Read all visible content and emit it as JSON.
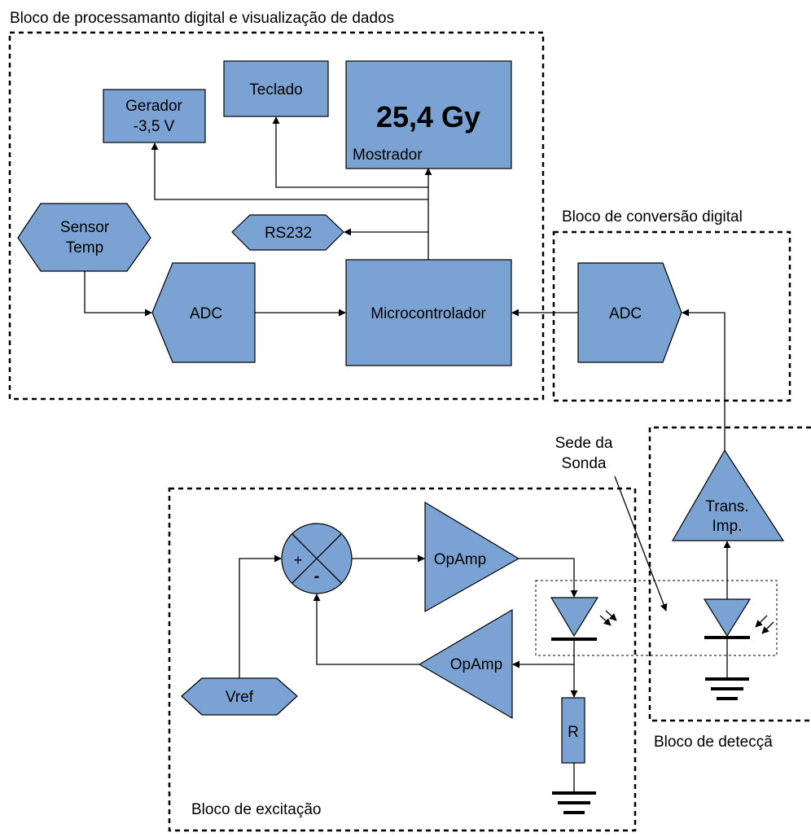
{
  "groups": {
    "digital": "Bloco de processamanto digital e visualização de dados",
    "conversion": "Bloco de conversão digital",
    "detection": "Bloco de detecçã",
    "excitation": "Bloco de excitação"
  },
  "blocks": {
    "gerador_line1": "Gerador",
    "gerador_line2": "-3,5 V",
    "teclado": "Teclado",
    "display_value": "25,4 Gy",
    "mostrador": "Mostrador",
    "rs232": "RS232",
    "sensor_line1": "Sensor",
    "sensor_line2": "Temp",
    "adc_left": "ADC",
    "micro": "Microcontrolador",
    "adc_right": "ADC",
    "transimp_line1": "Trans.",
    "transimp_line2": "Imp.",
    "opamp_top": "OpAmp",
    "opamp_bottom": "OpAmp",
    "vref": "Vref",
    "resistor": "R",
    "sum_plus": "+",
    "sum_minus": "-"
  },
  "annotations": {
    "sede_line1": "Sede da",
    "sede_line2": "Sonda"
  }
}
